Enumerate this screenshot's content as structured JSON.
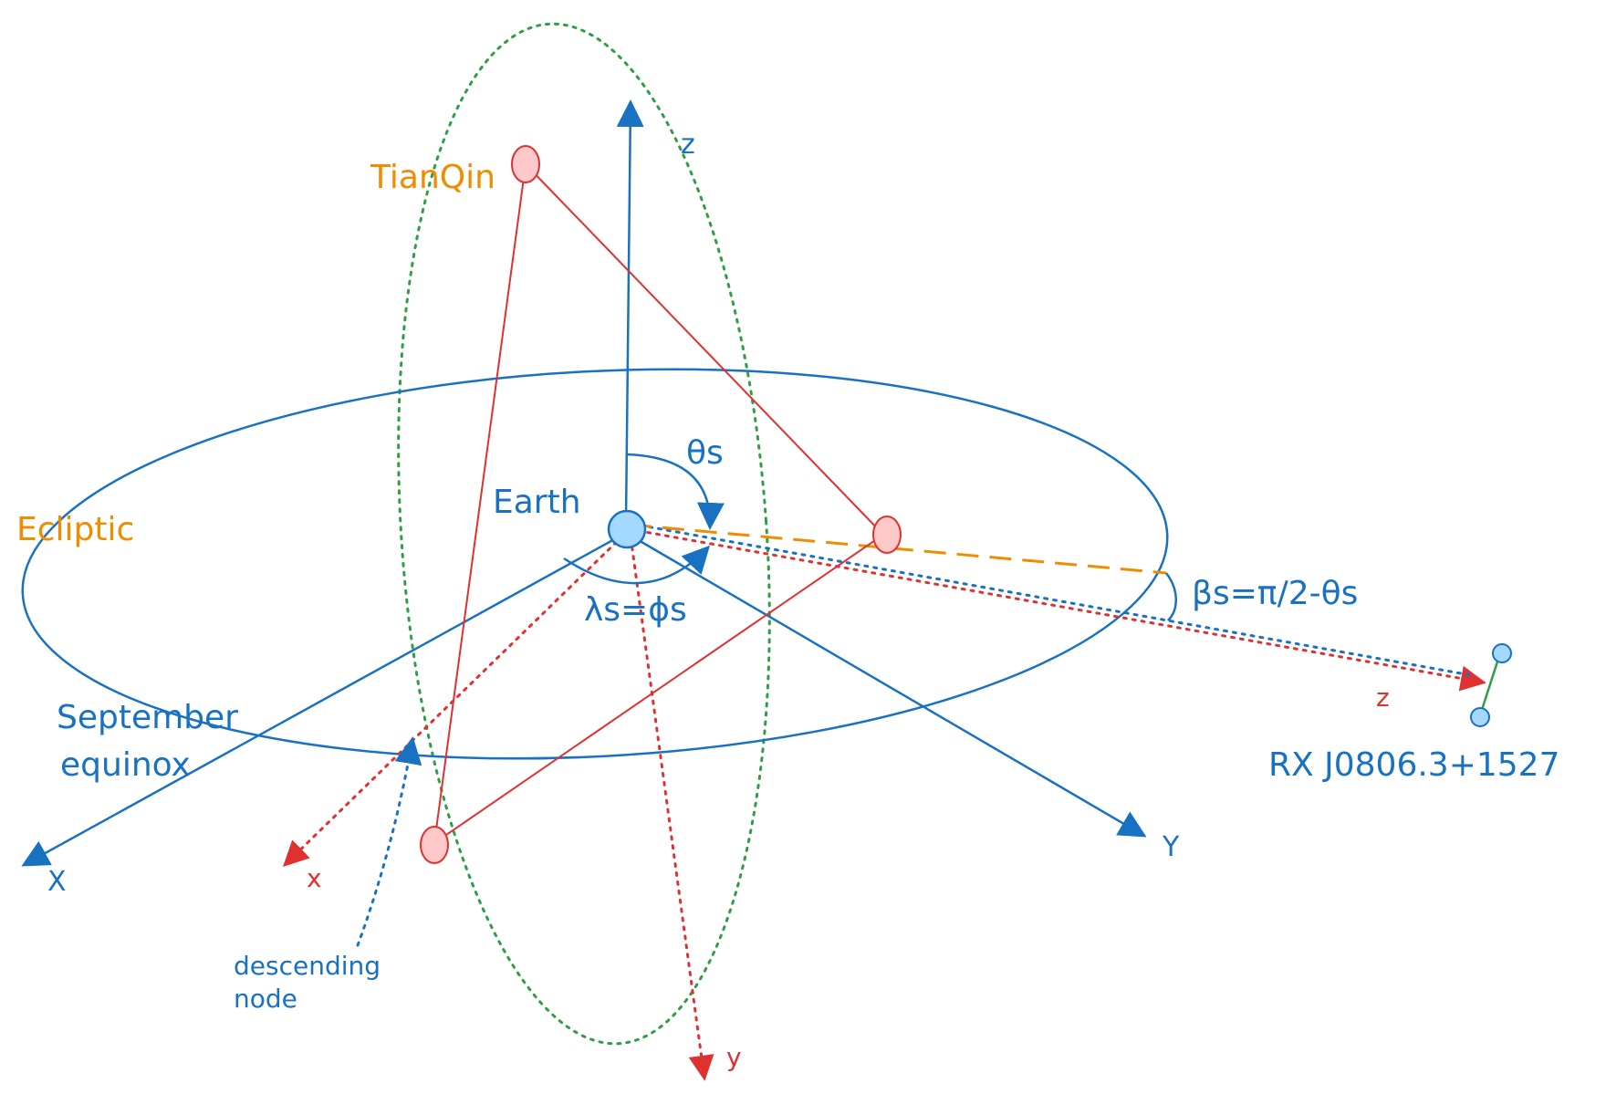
{
  "labels": {
    "tianqin": "TianQin",
    "ecliptic": "Ecliptic",
    "earth": "Earth",
    "theta_s": "θs",
    "lambda_s": "λs=ϕs",
    "beta_s": "βs=π/2-θs",
    "september": "September",
    "equinox": "equinox",
    "descending": "descending",
    "node": "node",
    "source": "RX J0806.3+1527",
    "axis_X": "X",
    "axis_Y": "Y",
    "axis_Z": "z",
    "axis_x_det": "x",
    "axis_y_det": "y",
    "axis_z_det": "z"
  },
  "colors": {
    "blue": "#1971c2",
    "red": "#e03131",
    "orange": "#f08c00",
    "green": "#2f9e44",
    "pink_fill": "#ffc9c9",
    "lightblue_fill": "#a5d8ff"
  }
}
